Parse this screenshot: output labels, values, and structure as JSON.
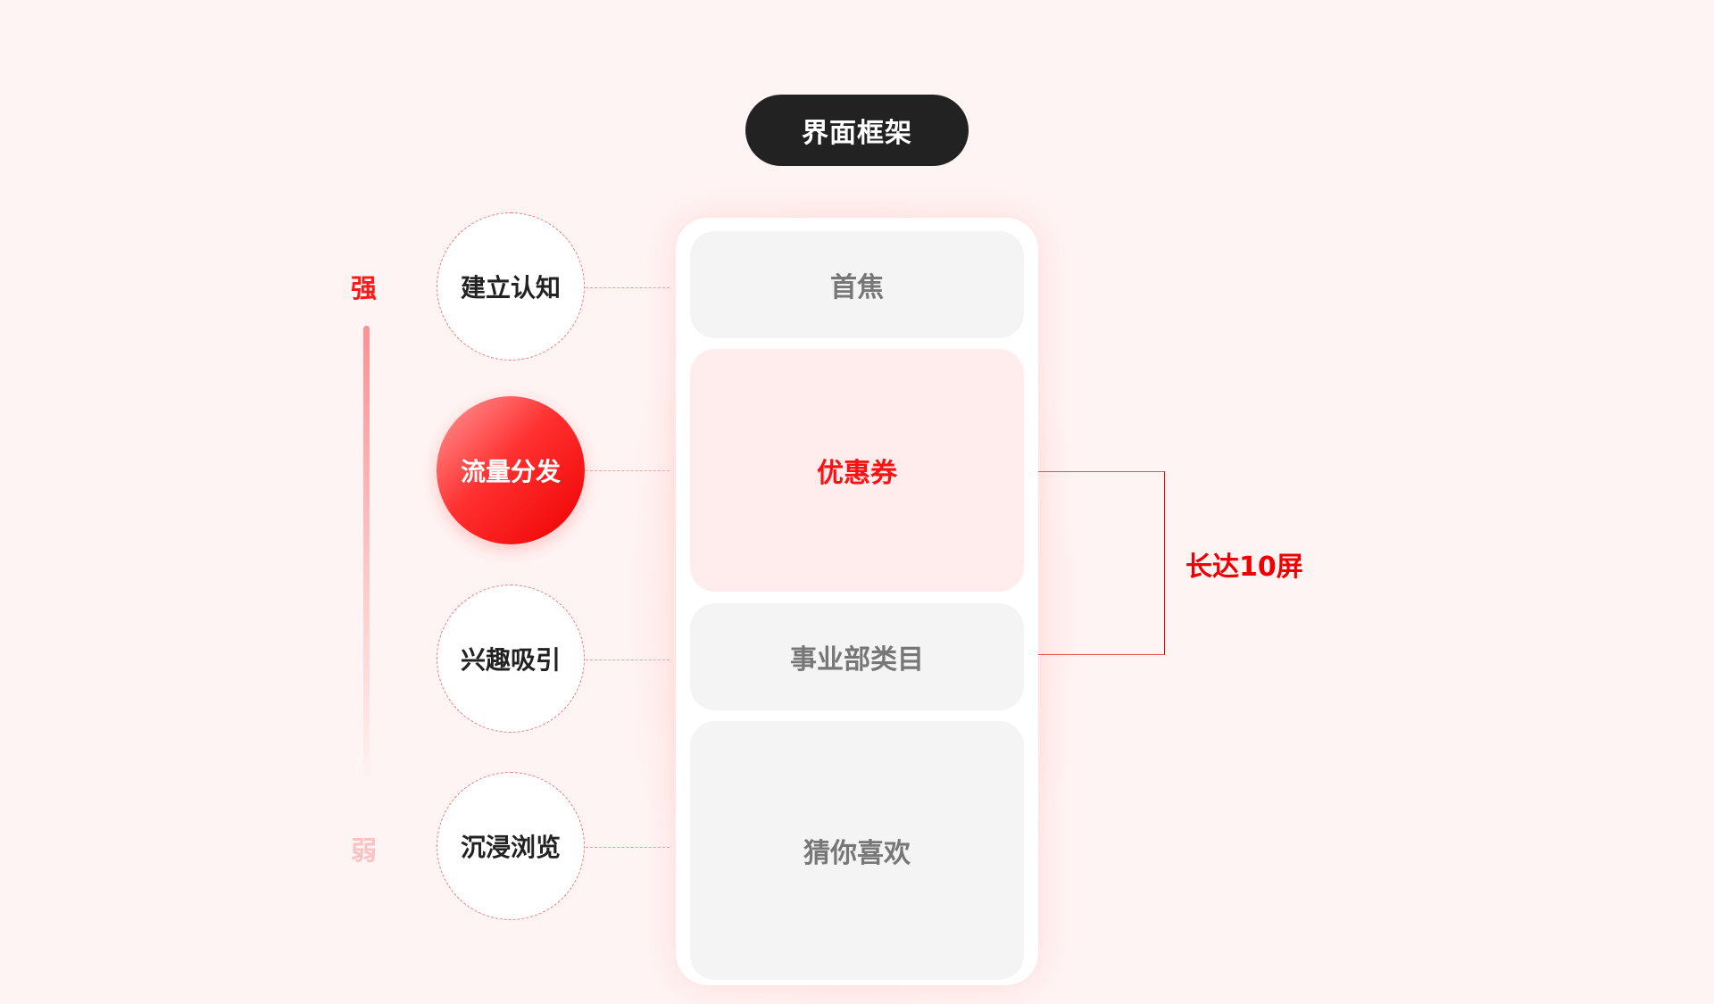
{
  "header": {
    "title": "界面框架"
  },
  "scale": {
    "strong": "强",
    "weak": "弱"
  },
  "stages": [
    {
      "label": "建立认知",
      "highlighted": false
    },
    {
      "label": "流量分发",
      "highlighted": true
    },
    {
      "label": "兴趣吸引",
      "highlighted": false
    },
    {
      "label": "沉浸浏览",
      "highlighted": false
    }
  ],
  "phone_blocks": [
    {
      "label": "首焦",
      "highlighted": false
    },
    {
      "label": "优惠券",
      "highlighted": true
    },
    {
      "label": "事业部类目",
      "highlighted": false
    },
    {
      "label": "猜你喜欢",
      "highlighted": false
    }
  ],
  "bracket": {
    "label": "长达10屏"
  },
  "colors": {
    "background": "#fff4f4",
    "accent": "#ee0000",
    "pill": "#222222",
    "block": "#f4f4f4",
    "block_active": "#ffecec"
  }
}
